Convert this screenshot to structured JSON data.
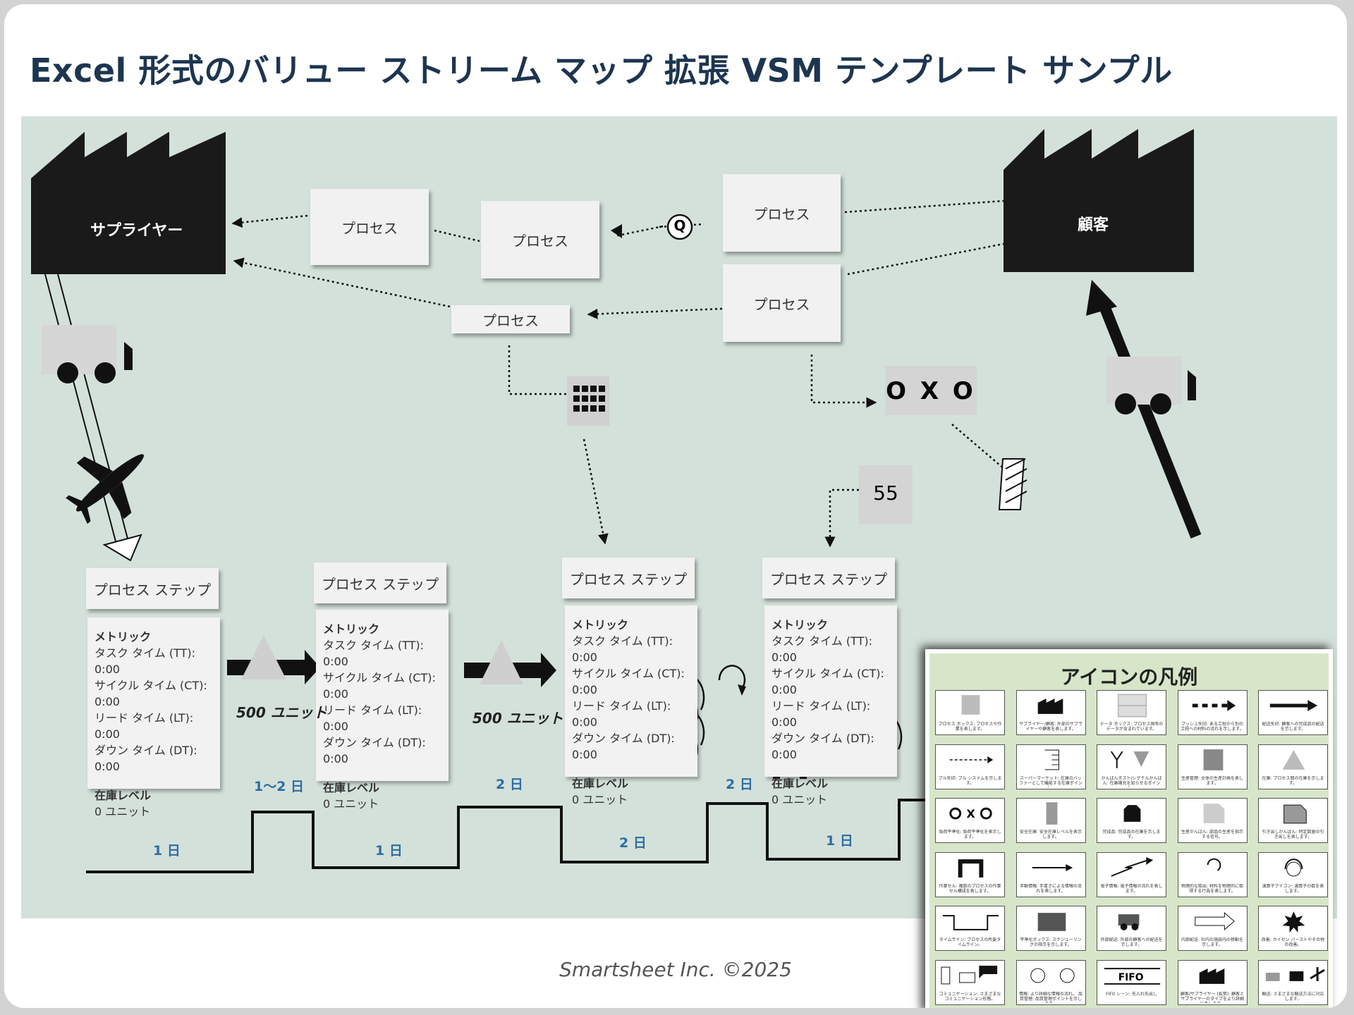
{
  "title": "Excel 形式のバリュー ストリーム マップ 拡張 VSM テンプレート サンプル",
  "supplier_label": "サプライヤー",
  "customer_label": "顧客",
  "process_boxes": [
    "プロセス",
    "プロセス",
    "プロセス",
    "プロセス",
    "プロセス"
  ],
  "signals": {
    "q": "Q",
    "oxo": "O X O",
    "count": "55"
  },
  "process_steps": [
    {
      "label": "プロセス ステップ",
      "metrics_header": "メトリック",
      "tt": "タスク タイム (TT): 0:00",
      "ct": "サイクル タイム (CT): 0:00",
      "lt": "リード タイム (LT): 0:00",
      "dt": "ダウン タイム (DT): 0:00",
      "inventory_header": "在庫レベル",
      "inventory_value": "0 ユニット"
    },
    {
      "label": "プロセス ステップ",
      "metrics_header": "メトリック",
      "tt": "タスク タイム (TT): 0:00",
      "ct": "サイクル タイム (CT): 0:00",
      "lt": "リード タイム (LT): 0:00",
      "dt": "ダウン タイム (DT): 0:00",
      "inventory_header": "在庫レベル",
      "inventory_value": "0 ユニット"
    },
    {
      "label": "プロセス ステップ",
      "metrics_header": "メトリック",
      "tt": "タスク タイム (TT): 0:00",
      "ct": "サイクル タイム (CT): 0:00",
      "lt": "リード タイム (LT): 0:00",
      "dt": "ダウン タイム (DT): 0:00",
      "inventory_header": "在庫レベル",
      "inventory_value": "0 ユニット"
    },
    {
      "label": "プロセス ステップ",
      "metrics_header": "メトリック",
      "tt": "タスク タイム (TT): 0:00",
      "ct": "サイクル タイム (CT): 0:00",
      "lt": "リード タイム (LT): 0:00",
      "dt": "ダウン タイム (DT): 0:00",
      "inventory_header": "在庫レベル",
      "inventory_value": "0 ユニット"
    }
  ],
  "inventory_units": [
    "500 ユニット",
    "500 ユニット"
  ],
  "timeline_upper": [
    "1～2 日",
    "2 日",
    "2 日"
  ],
  "timeline_lower": [
    "1 日",
    "1 日",
    "2 日",
    "1 日"
  ],
  "legend": {
    "title": "アイコンの凡例",
    "items": [
      {
        "icon": "process-box",
        "text": "プロセス ボックス: プロセスや作業を表します。"
      },
      {
        "icon": "factory",
        "text": "サプライヤー/顧客: 外部のサプライヤーや顧客を表します。"
      },
      {
        "icon": "data-box",
        "text": "データ ボックス: プロセス固有のデータが含まれています。"
      },
      {
        "icon": "push-arrow",
        "text": "プッシュ矢印: ある工程から別の工程への材料の流れを示します。"
      },
      {
        "icon": "shipment-arrow",
        "text": "配送矢印: 顧客への完成品の配送を示します。"
      },
      {
        "icon": "pull-arrow",
        "text": "プル矢印: プル システムを示します。"
      },
      {
        "icon": "supermarket",
        "text": "スーパーマーケット: 在庫のバッファーとして機能する在庫ポイント。"
      },
      {
        "icon": "kanban-post",
        "text": "かんばんポスト/シグナルかんばん: 在庫補充を知らせるポイント。"
      },
      {
        "icon": "production-control",
        "text": "生産管理: 全体の生産計画を表します。"
      },
      {
        "icon": "inventory-triangle",
        "text": "在庫: プロセス間の在庫を示します。"
      },
      {
        "icon": "load-leveling",
        "text": "負荷平準化: 負荷平準化を表示します。"
      },
      {
        "icon": "safety-stock",
        "text": "安全在庫: 安全在庫レベルを表示します。"
      },
      {
        "icon": "finished-goods",
        "text": "完成品: 完成品の在庫を示します。"
      },
      {
        "icon": "production-kanban",
        "text": "生産かんばん: 部品の生産を指示する信号。"
      },
      {
        "icon": "withdrawal-kanban",
        "text": "引き出しかんばん: 特定数量の引き出しを表します。"
      },
      {
        "icon": "work-cell",
        "text": "作業セル: 複数のプロセスの作業セル構成を表します。"
      },
      {
        "icon": "manual-info",
        "text": "手動情報: 手書きによる情報の流れを表します。"
      },
      {
        "icon": "electronic-info",
        "text": "電子情報: 電子情報の流れを表します。"
      },
      {
        "icon": "physical-pull",
        "text": "物理的な取出: 材料を物理的に取得する行為を表します。"
      },
      {
        "icon": "operator",
        "text": "演算子アイコン: 演算子の数を表します。"
      },
      {
        "icon": "timeline",
        "text": "タイムライン: プロセスの所要タイムライン。"
      },
      {
        "icon": "scheduling-box",
        "text": "平準化ボックス: スケジューリングの指示を示します。"
      },
      {
        "icon": "external-shipment",
        "text": "外部配送: 外部の顧客への配送を示します。"
      },
      {
        "icon": "internal-shipment",
        "text": "内部配送: 社内の施設内の移動を示します。"
      },
      {
        "icon": "kaizen-burst",
        "text": "改善: カイゼン バーストやその他の改善。"
      },
      {
        "icon": "communication",
        "text": "コミュニケーション: さまざまなコミュニケーション形態。"
      },
      {
        "icon": "info-quality",
        "text": "情報: より詳細な情報の流れ。 品質管理: 品質管理ポイントを示します。"
      },
      {
        "icon": "fifo-lane",
        "text": "FIFO レーン: 先入れ先出し"
      },
      {
        "icon": "factory-extended",
        "text": "顧客/サプライヤー (拡張): 顧客とサプライヤーのタイプをより詳細に表します。"
      },
      {
        "icon": "transport",
        "text": "輸送: さまざまな輸送方法に対応します。"
      }
    ]
  },
  "footer": "Smartsheet Inc. ©2025",
  "colors": {
    "canvas": "#d4e1da",
    "title": "#1d3550",
    "duration": "#2e6da4",
    "legend_bg": "#d7e6c8"
  }
}
